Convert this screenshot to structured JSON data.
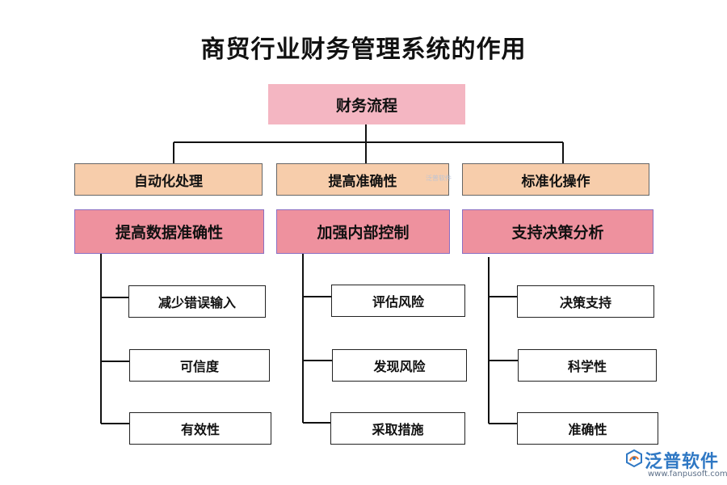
{
  "title": "商贸行业财务管理系统的作用",
  "root": "财务流程",
  "level1": [
    "自动化处理",
    "提高准确性",
    "标准化操作"
  ],
  "branches": [
    {
      "label": "提高数据准确性",
      "items": [
        "减少错误输入",
        "可信度",
        "有效性"
      ]
    },
    {
      "label": "加强内部控制",
      "items": [
        "评估风险",
        "发现风险",
        "采取措施"
      ]
    },
    {
      "label": "支持决策分析",
      "items": [
        "决策支持",
        "科学性",
        "准确性"
      ]
    }
  ],
  "watermark": {
    "name": "泛普软件",
    "url": "www.fanpusoft.com"
  },
  "colors": {
    "root_fill": "#f4b6c2",
    "level1_fill": "#f7cdab",
    "branch_fill": "#ee919e",
    "brand": "#2f78c4"
  }
}
